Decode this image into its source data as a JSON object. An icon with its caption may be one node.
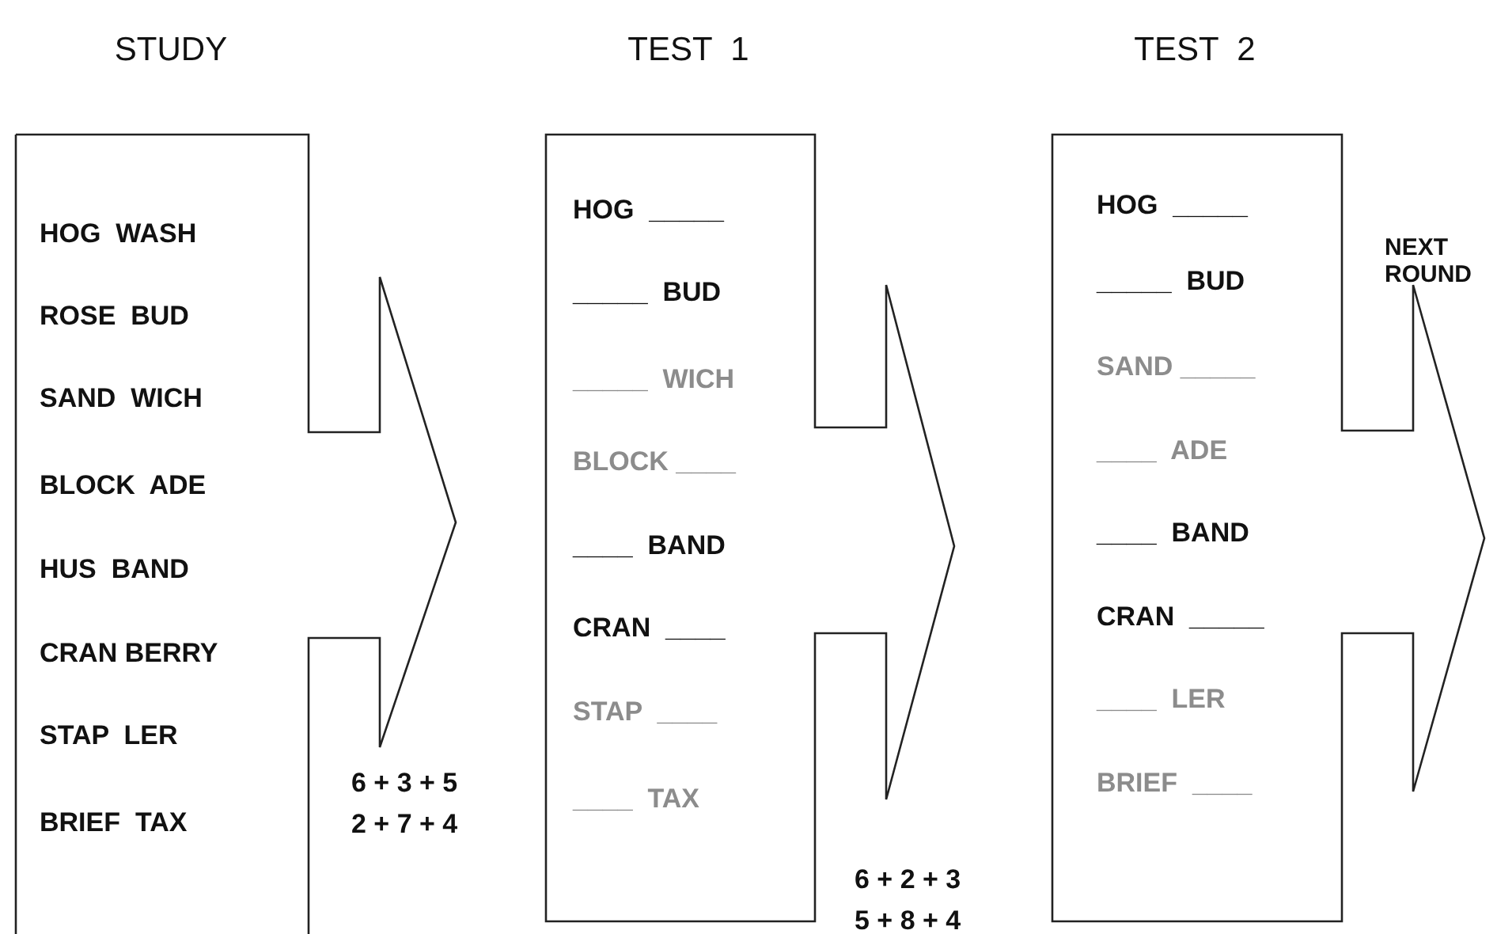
{
  "diagram": {
    "nodes": [
      {
        "text": [
          "STUDY",
          "HOG  WASH",
          "ROSE  BUD",
          "SAND  WICH",
          "BLOCK  ADE",
          "HUS  BAND",
          "CRAN BERRY",
          "STAP  LER",
          "BRIEF  TAX"
        ]
      },
      {
        "text": [
          "TEST  1",
          "HOG  _____",
          "_____  BUD",
          "_____  WICH",
          "BLOCK ____",
          "____  BAND",
          "CRAN  ____",
          "STAP  ____",
          "____  TAX"
        ]
      },
      {
        "text": [
          "TEST  2",
          "HOG  _____",
          "_____  BUD",
          "SAND _____",
          "____  ADE",
          "____  BAND",
          "CRAN  _____",
          "____  LER",
          "BRIEF  ____"
        ]
      }
    ],
    "labels": [
      "NEXT ROUND",
      "6 + 3 + 5",
      "2 + 7 + 4",
      "6 + 2 + 3",
      "5 + 8 + 4"
    ]
  }
}
